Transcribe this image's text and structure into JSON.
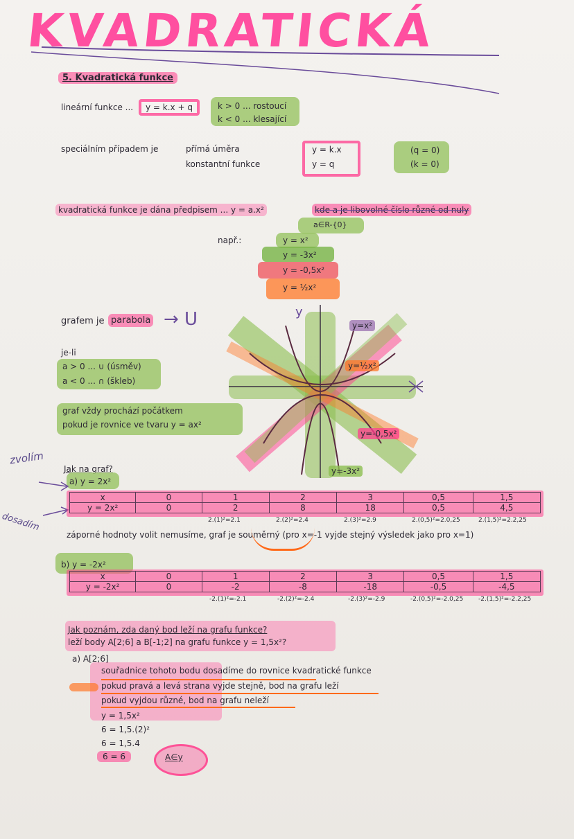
{
  "title_handwritten": "KVADRATICKÁ",
  "section_heading": "5. Kvadratická funkce",
  "linear": {
    "label": "lineární funkce ...",
    "formula": "y = k.x + q",
    "k_pos": "k > 0 ... rostoucí",
    "k_neg": "k < 0 ... klesající"
  },
  "special": {
    "label": "speciálním případem je",
    "case1": "přímá úměra",
    "case2": "konstantní funkce",
    "f1": "y = k.x",
    "f2": "y = q",
    "c1": "(q = 0)",
    "c2": "(k = 0)"
  },
  "definition": {
    "text": "kvadratická funkce je dána předpisem ... y = a.x²",
    "where": "kde a je libovolné číslo různé od nuly",
    "set": "a∈R-{0}"
  },
  "examples": {
    "label": "např.:",
    "e1": "y = x²",
    "e2": "y = -3x²",
    "e3": "y = -0,5x²",
    "e4": "y = ½x²"
  },
  "graph": {
    "label": "grafem je",
    "parabola": "parabola",
    "arrow_u": "→ U",
    "ylabel": "y",
    "curve1": "y=x²",
    "curve2": "y=½x²",
    "curve3": "y=-0,5x²",
    "curve4": "y=-3x²"
  },
  "jeli": {
    "label": "je-li",
    "pos": "a > 0 ... ∪  (úsměv)",
    "neg": "a < 0 ... ∩  (škleb)"
  },
  "origin": {
    "line1": "graf vždy prochází počátkem",
    "line2": "pokud je rovnice ve tvaru  y = ax²"
  },
  "margin_notes": {
    "zvolim": "zvolím",
    "dosadim": "dosadím"
  },
  "how_graph": {
    "title": "Jak na graf?",
    "a_label": "a)  y = 2x²",
    "b_label": "b)  y = -2x²"
  },
  "table_a": {
    "rows": [
      [
        "x",
        "0",
        "1",
        "2",
        "3",
        "0,5",
        "1,5"
      ],
      [
        "y = 2x²",
        "0",
        "2",
        "8",
        "18",
        "0,5",
        "4,5"
      ]
    ],
    "calc": [
      "2.(1)²=2.1",
      "2.(2)²=2.4",
      "2.(3)²=2.9",
      "2.(0,5)²=2.0,25",
      "2.(1,5)²=2.2,25"
    ]
  },
  "symmetry_note": "záporné hodnoty volit nemusíme, graf je souměrný (pro x=-1 vyjde stejný výsledek jako pro x=1)",
  "table_b": {
    "rows": [
      [
        "x",
        "0",
        "1",
        "2",
        "3",
        "0,5",
        "1,5"
      ],
      [
        "y = -2x²",
        "0",
        "-2",
        "-8",
        "-18",
        "-0,5",
        "-4,5"
      ]
    ],
    "calc": [
      "-2.(1)²=-2.1",
      "-2.(2)²=-2.4",
      "-2.(3)²=-2.9",
      "-2.(0,5)²=-2.0,25",
      "-2.(1,5)²=-2.2,25"
    ]
  },
  "point_check": {
    "q1": "Jak poznám, zda daný bod leží na grafu funkce?",
    "q2": "leží body A[2;6] a B[-1;2] na grafu funkce y = 1,5x²?",
    "a_label": "a)  A[2;6]",
    "l1": "souřadnice tohoto bodu dosadíme do rovnice kvadratické funkce",
    "l2": "pokud pravá a levá strana vyjde stejně, bod na grafu leží",
    "l3": "pokud vyjdou různé, bod na grafu neleží",
    "s1": "y = 1,5x²",
    "s2": "6 = 1,5.(2)²",
    "s3": "6 = 1,5.4",
    "s4": "6 = 6",
    "result": "A∈y"
  },
  "colors": {
    "pink": "#ff3c8c",
    "green": "#8cbe50",
    "orange": "#ff7828",
    "ink": "#2e2a35"
  }
}
